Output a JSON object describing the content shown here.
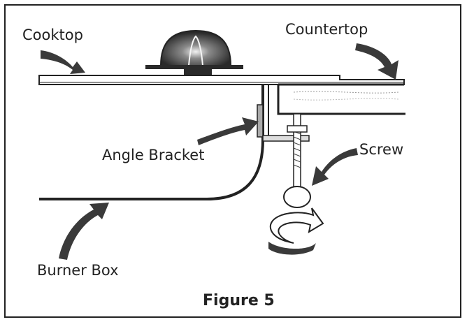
{
  "figure": {
    "caption": "Figure 5"
  },
  "labels": {
    "cooktop": "Cooktop",
    "countertop": "Countertop",
    "angle_bracket": "Angle Bracket",
    "screw": "Screw",
    "burner_box": "Burner Box"
  },
  "colors": {
    "ink": "#222222",
    "fill_dark": "#3a3a3a",
    "background": "#ffffff"
  }
}
